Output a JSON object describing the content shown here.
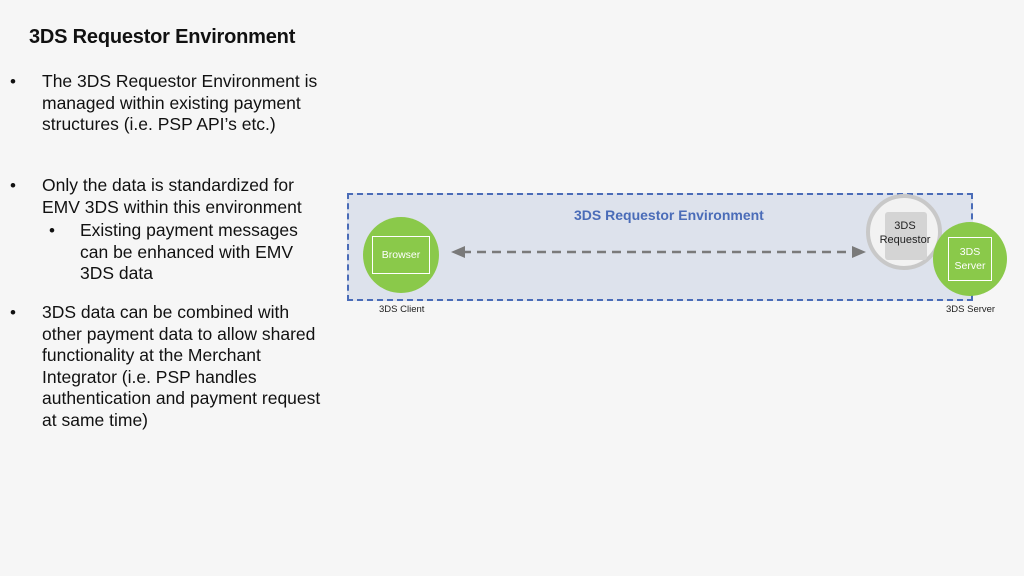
{
  "slide": {
    "title": "3DS Requestor Environment",
    "bullet_char": "•",
    "bullets": [
      "The 3DS Requestor Environment is managed within existing payment structures (i.e. PSP API’s etc.)",
      "Only the data is standardized for EMV 3DS within this environment",
      "Existing payment messages can be enhanced with EMV 3DS data",
      "3DS data can be combined with other payment data to allow shared functionality at the Merchant Integrator (i.e. PSP handles authentication and payment request at same time)"
    ]
  },
  "diagram": {
    "environment_label": "3DS Requestor Environment",
    "browser_label": "Browser",
    "requestor_label_1": "3DS",
    "requestor_label_2": "Requestor",
    "server_label_1": "3DS",
    "server_label_2": "Server",
    "client_caption": "3DS Client",
    "server_caption": "3DS Server",
    "colors": {
      "environment_border": "#4a6cb8",
      "environment_fill": "#dde2ec",
      "node_green": "#8ac94a",
      "arrow": "#7a7a7a"
    }
  }
}
